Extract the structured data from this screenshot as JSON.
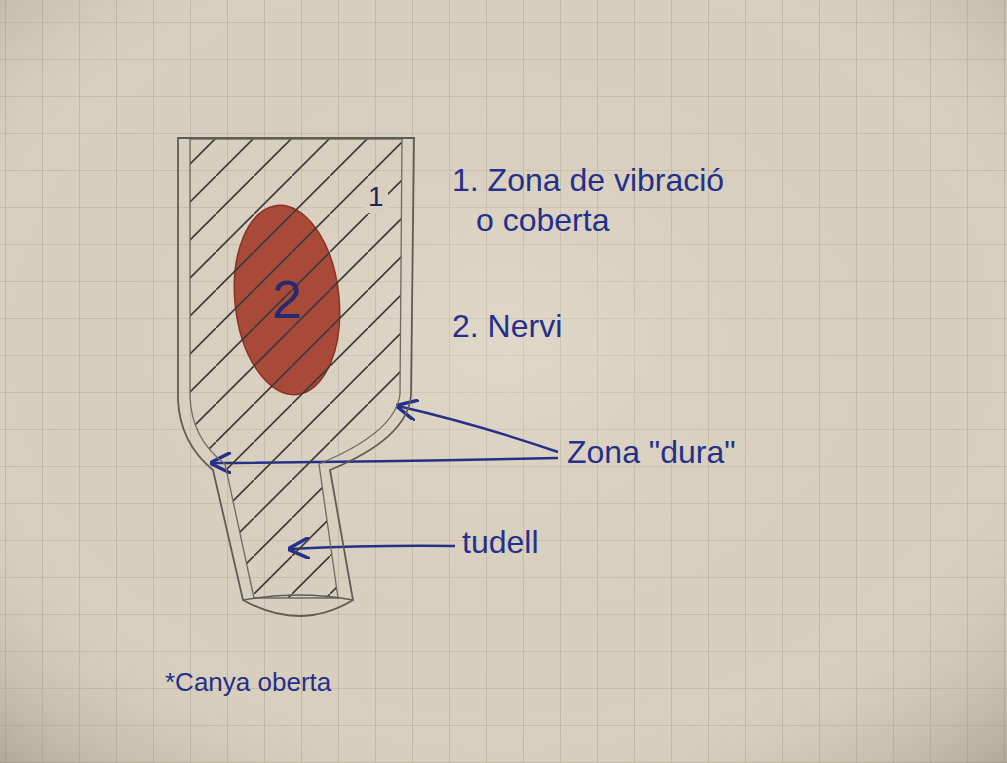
{
  "diagram": {
    "nodes": [
      {
        "text": [
          "1"
        ]
      },
      {
        "text": [
          "2"
        ],
        "in": 0
      }
    ],
    "labels": [
      "1. Zona de vibració o coberta",
      "2. Nervi",
      "Zona \"dura\"",
      "tudell",
      "*Canya oberta"
    ]
  }
}
